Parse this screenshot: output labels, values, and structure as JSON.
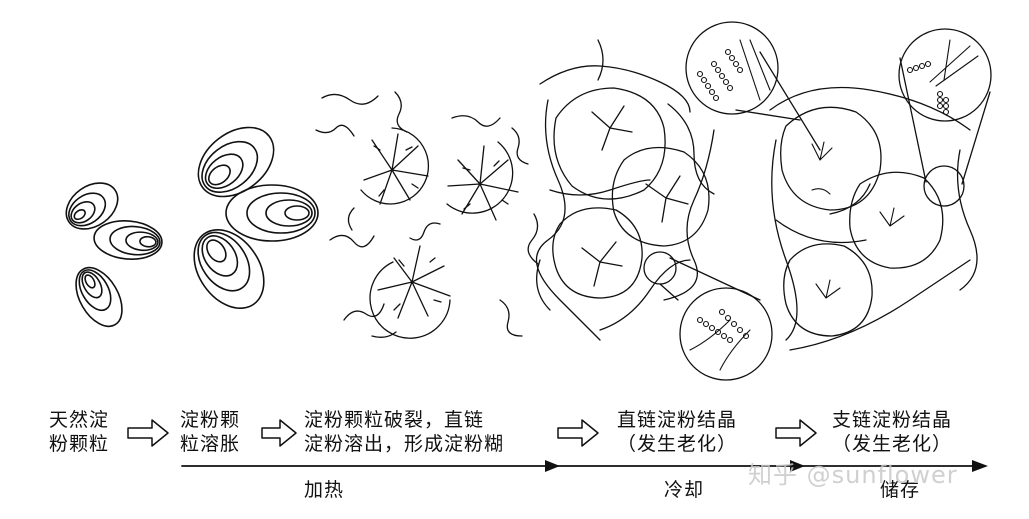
{
  "stages": [
    {
      "lines": [
        "天然淀",
        "粉颗粒"
      ]
    },
    {
      "lines": [
        "淀粉颗",
        "粒溶胀"
      ]
    },
    {
      "lines": [
        "淀粉颗粒破裂，直链",
        "淀粉溶出，形成淀粉糊"
      ]
    },
    {
      "lines": [
        "直链淀粉结晶",
        "（发生老化）"
      ]
    },
    {
      "lines": [
        "支链淀粉结晶",
        "（发生老化）"
      ]
    }
  ],
  "process": {
    "heat": "加热",
    "cool": "冷却",
    "store": "储存"
  },
  "watermark": "知乎 @sunflower"
}
